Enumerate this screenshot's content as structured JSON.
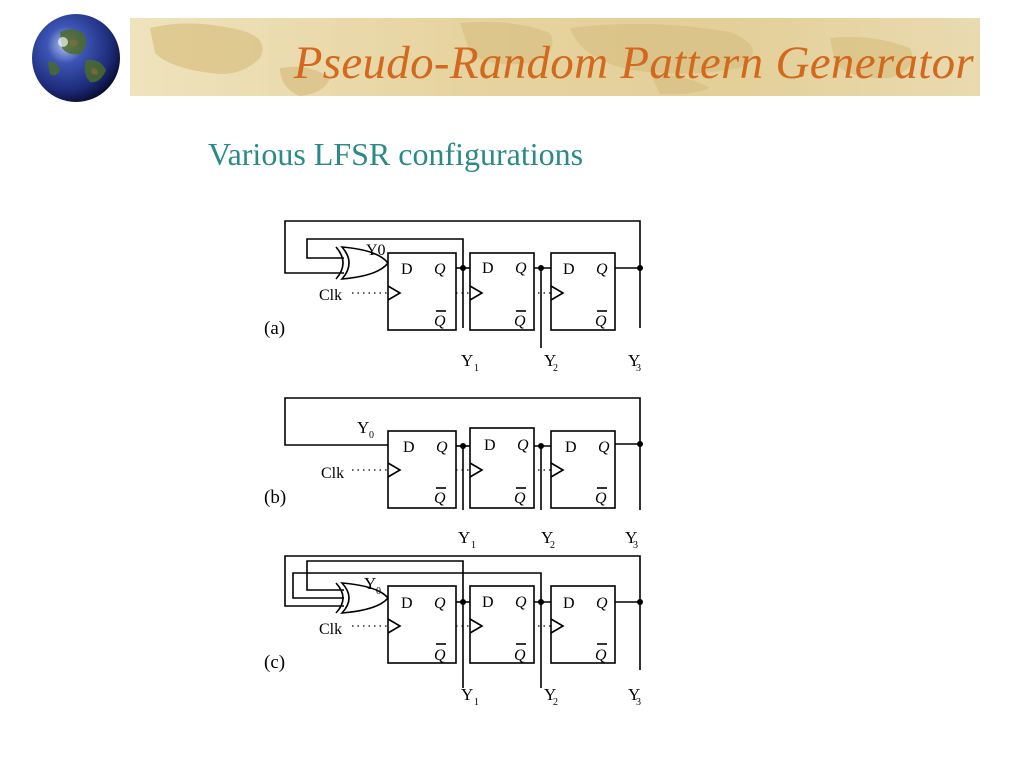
{
  "slide": {
    "title": "Pseudo-Random Pattern Generator",
    "subtitle": "Various LFSR configurations"
  },
  "diagram": {
    "panels": [
      {
        "label": "(a)",
        "clock": "Clk",
        "feedback_node": "Y0",
        "flipflop_input": "D",
        "flipflop_output": "Q",
        "outputs": [
          "Y",
          "Y",
          "Y"
        ],
        "output_subscripts": [
          "1",
          "2",
          "3"
        ]
      },
      {
        "label": "(b)",
        "clock": "Clk",
        "feedback_node": "Y",
        "feedback_subscript": "0",
        "flipflop_input": "D",
        "flipflop_output": "Q",
        "outputs": [
          "Y",
          "Y",
          "Y"
        ],
        "output_subscripts": [
          "1",
          "2",
          "3"
        ]
      },
      {
        "label": "(c)",
        "clock": "Clk",
        "feedback_node": "Y",
        "feedback_subscript": "0",
        "flipflop_input": "D",
        "flipflop_output": "Q",
        "outputs": [
          "Y",
          "Y",
          "Y"
        ],
        "output_subscripts": [
          "1",
          "2",
          "3"
        ]
      }
    ]
  },
  "colors": {
    "title": "#d2691e",
    "subtitle": "#2a8a87",
    "banner": "#e6d39f"
  }
}
